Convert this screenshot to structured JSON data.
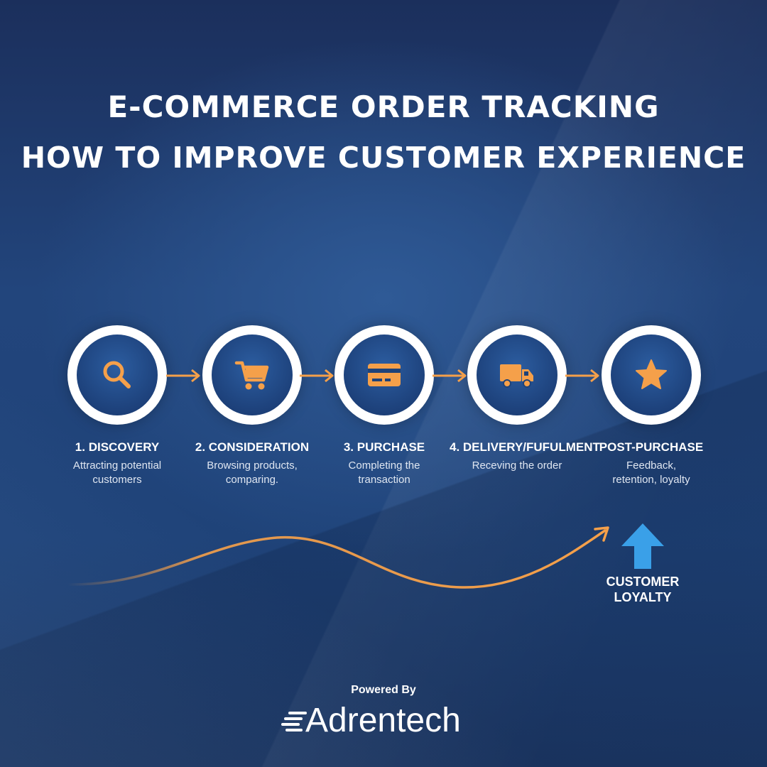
{
  "title": {
    "line1": "E-COMMERCE ORDER TRACKING",
    "line2": "HOW TO IMPROVE CUSTOMER EXPERIENCE"
  },
  "colors": {
    "accent": "#f5a04a",
    "loyalty_arrow": "#3aa0e8",
    "background": "#22457c"
  },
  "steps": [
    {
      "title": "1. DISCOVERY",
      "desc_line1": "Attracting potential",
      "desc_line2": "customers",
      "icon": "search-icon"
    },
    {
      "title": "2. CONSIDERATION",
      "desc_line1": "Browsing products,",
      "desc_line2": "comparing.",
      "icon": "shopping-cart-icon"
    },
    {
      "title": "3. PURCHASE",
      "desc_line1": "Completing the",
      "desc_line2": "transaction",
      "icon": "credit-card-icon"
    },
    {
      "title": "4. DELIVERY/FUFULMENT",
      "desc_line1": "Receving the order",
      "desc_line2": "",
      "icon": "truck-icon"
    },
    {
      "title": "POST-PURCHASE",
      "desc_line1": "Feedback,",
      "desc_line2": "retention, loyalty",
      "icon": "star-icon"
    }
  ],
  "loyalty": {
    "line1": "CUSTOMER",
    "line2": "LOYALTY",
    "icon": "up-arrow-icon"
  },
  "footer": {
    "powered_by": "Powered By",
    "brand": "Adrentech"
  }
}
